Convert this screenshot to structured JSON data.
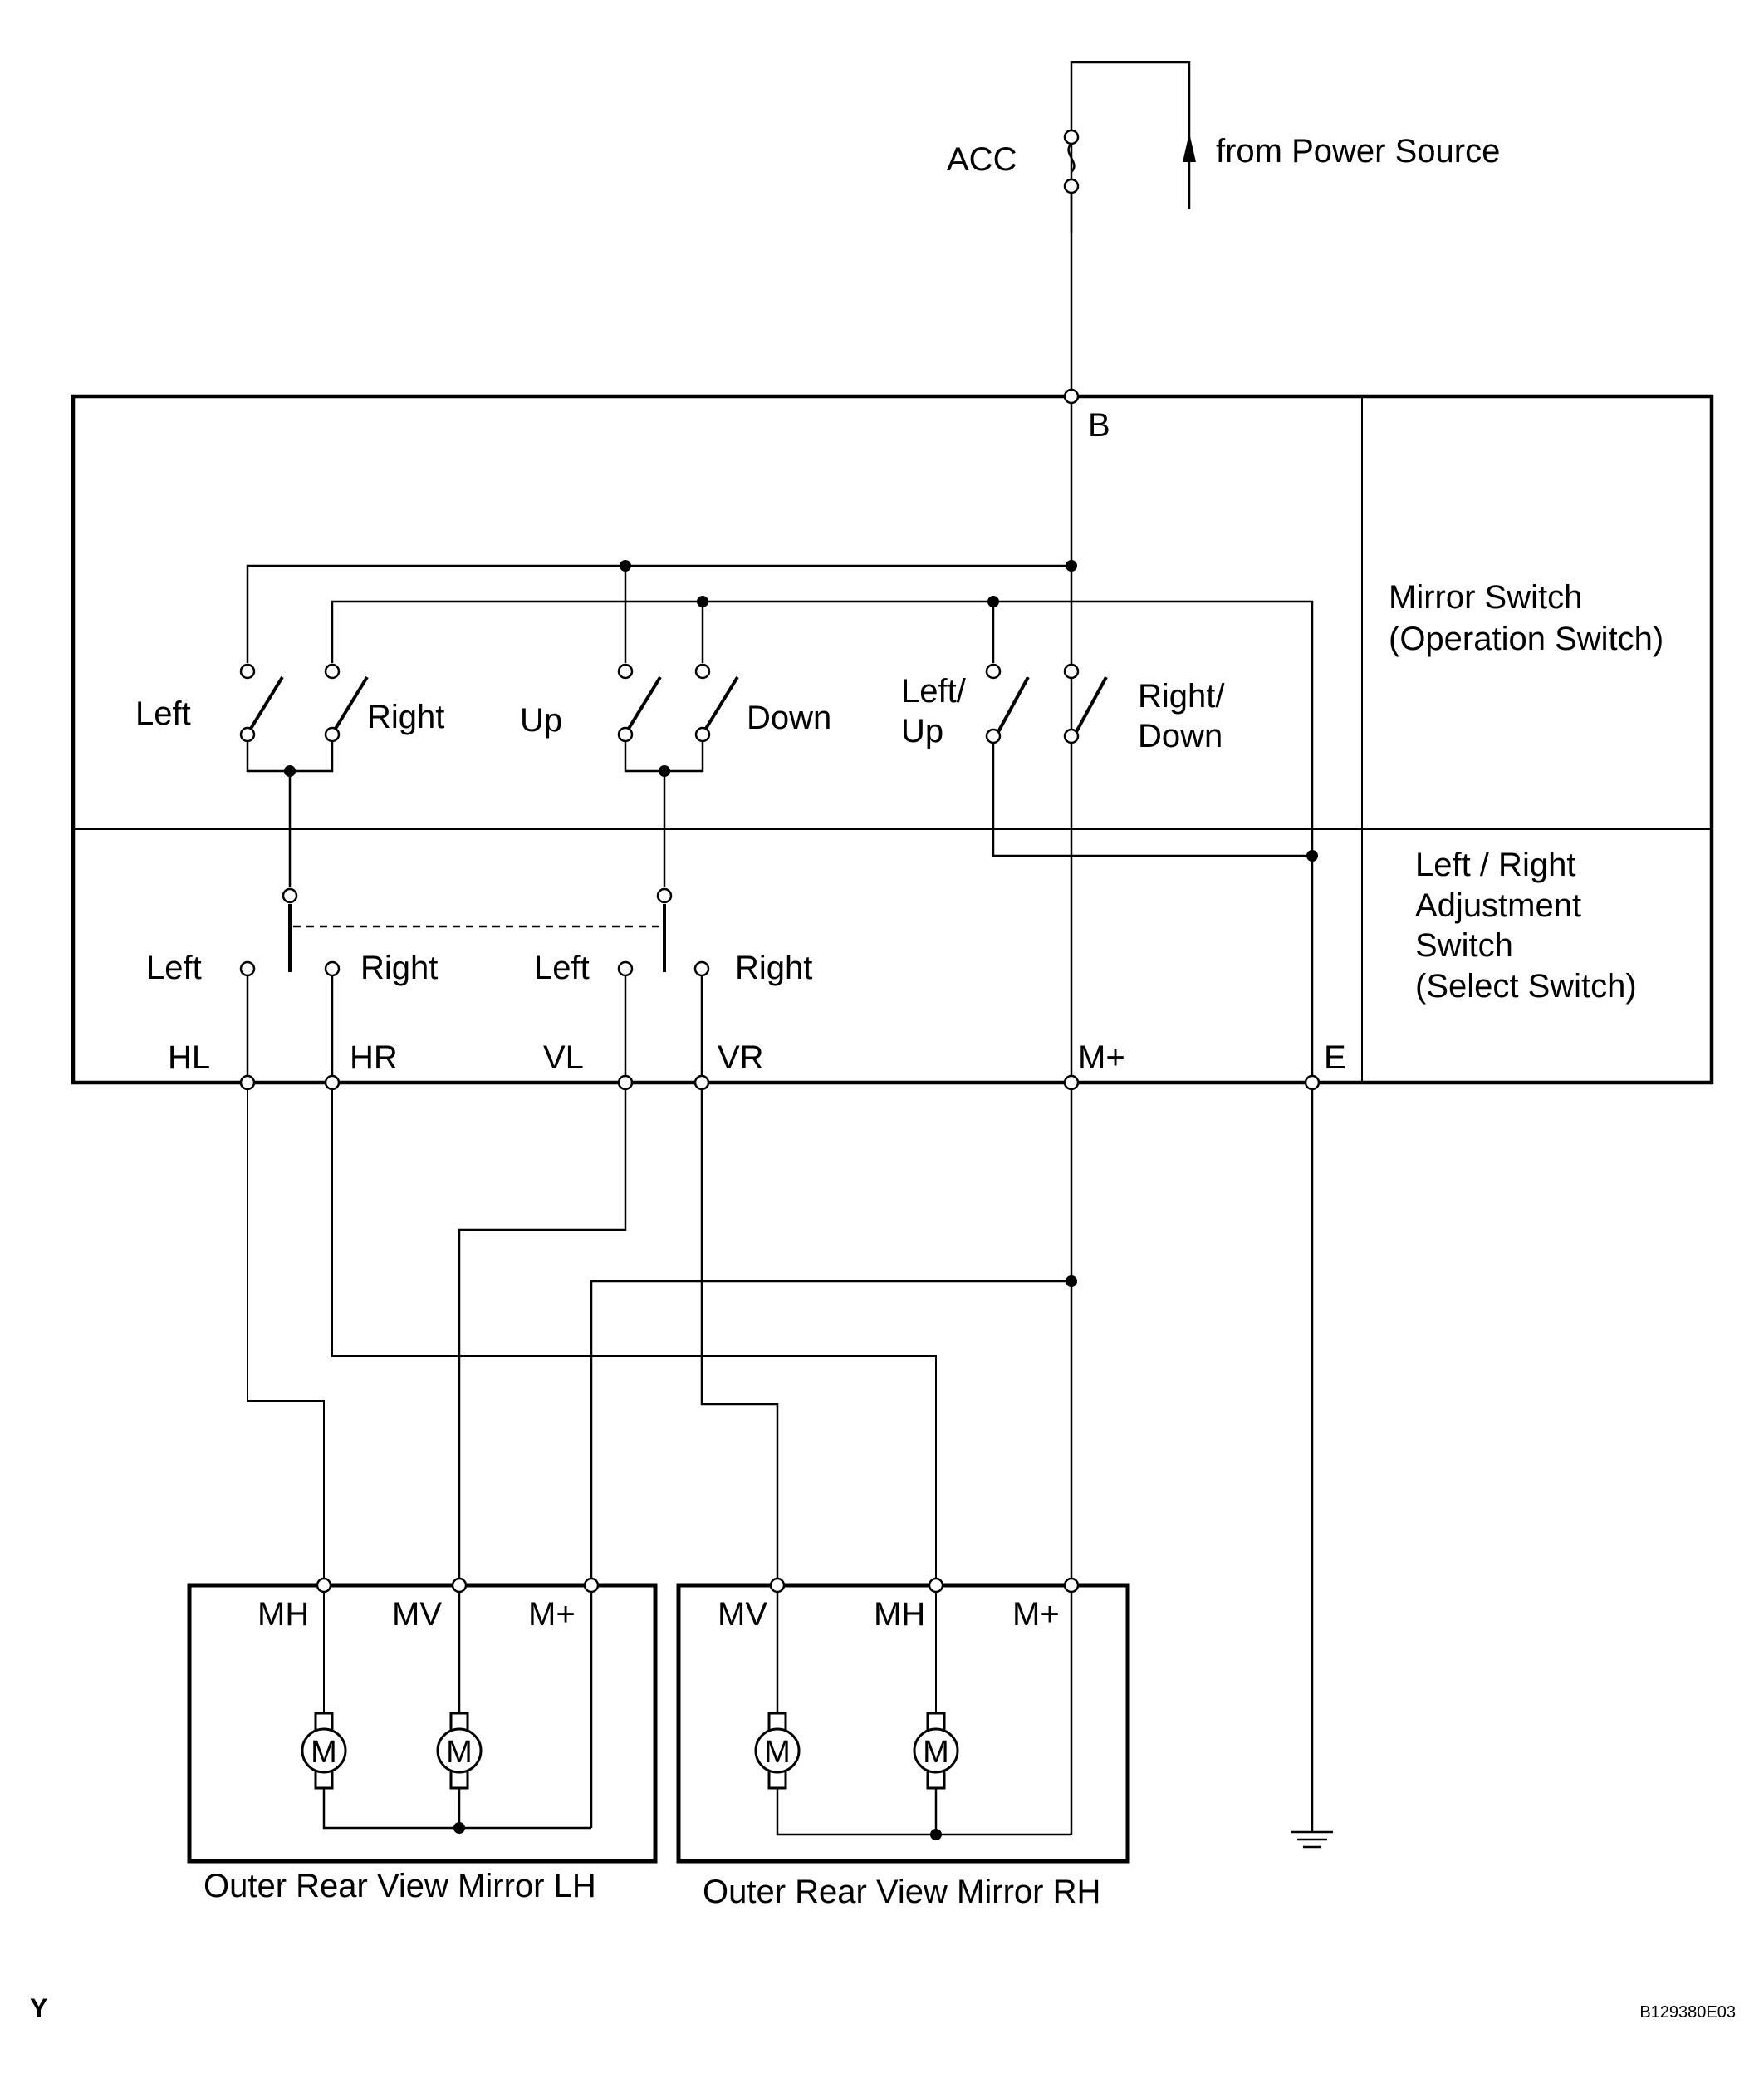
{
  "power": {
    "acc": "ACC",
    "source": "from Power Source"
  },
  "mirror_switch": {
    "name_line1": "Mirror Switch",
    "name_line2": "(Operation Switch)",
    "b": "B",
    "left": "Left",
    "right": "Right",
    "up": "Up",
    "down": "Down",
    "left_up_line1": "Left/",
    "left_up_line2": "Up",
    "right_down_line1": "Right/",
    "right_down_line2": "Down"
  },
  "select_switch": {
    "name_line1": "Left / Right",
    "name_line2": "Adjustment",
    "name_line3": "Switch",
    "name_line4": "(Select Switch)",
    "left1": "Left",
    "right1": "Right",
    "left2": "Left",
    "right2": "Right"
  },
  "terminals": {
    "hl": "HL",
    "hr": "HR",
    "vl": "VL",
    "vr": "VR",
    "mplus": "M+",
    "e": "E"
  },
  "mirror_lh": {
    "name": "Outer Rear View Mirror LH",
    "mh": "MH",
    "mv": "MV",
    "mplus": "M+",
    "motor": "M"
  },
  "mirror_rh": {
    "name": "Outer Rear View Mirror RH",
    "mv": "MV",
    "mh": "MH",
    "mplus": "M+",
    "motor": "M"
  },
  "footer": {
    "mark": "Y",
    "code": "B129380E03"
  }
}
